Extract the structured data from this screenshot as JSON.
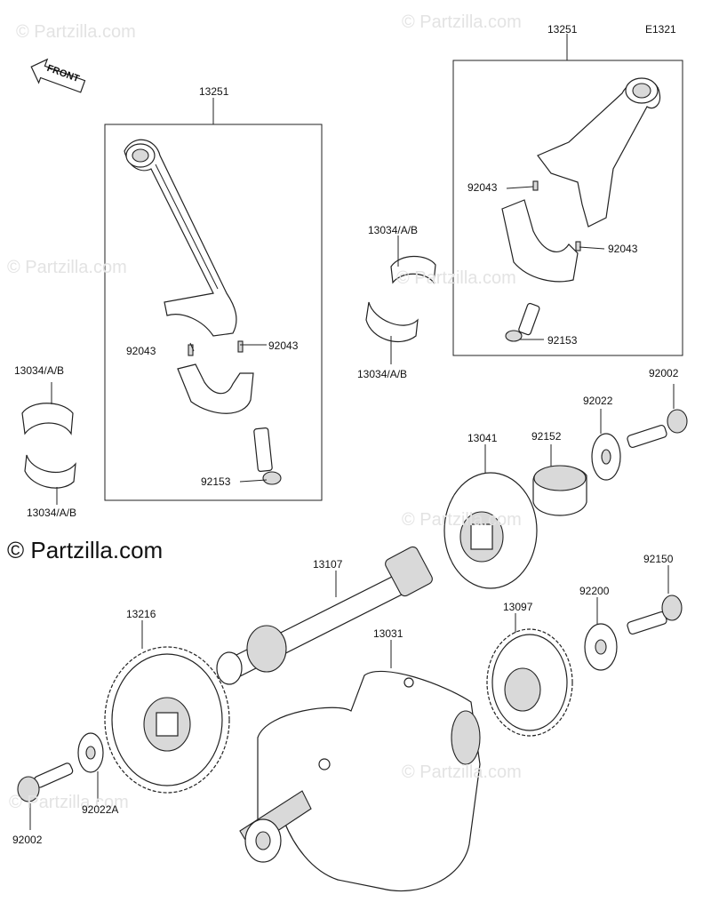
{
  "diagram_code": "E1321",
  "front_label": "FRONT",
  "brand": "© Partzilla.com",
  "watermark": "© Partzilla.com",
  "parts": {
    "rod_left": "13251",
    "rod_right": "13251",
    "bearing_center_top": "13034/A/B",
    "bearing_center_bottom": "13034/A/B",
    "bearing_left_top": "13034/A/B",
    "bearing_left_bottom": "13034/A/B",
    "pin_left_a": "92043",
    "pin_left_b": "92043",
    "pin_right_a": "92043",
    "pin_right_b": "92043",
    "bolt_left": "92153",
    "bolt_right": "92153",
    "bolt_top_right": "92002",
    "washer_top": "92022",
    "collar": "92152",
    "clutch_housing": "13041",
    "shaft": "13107",
    "gear_left": "13216",
    "crankshaft": "13031",
    "gear_right": "13097",
    "washer_right": "92200",
    "bolt_right_lower": "92150",
    "washer_left": "92022A",
    "bolt_left_lower": "92002"
  }
}
